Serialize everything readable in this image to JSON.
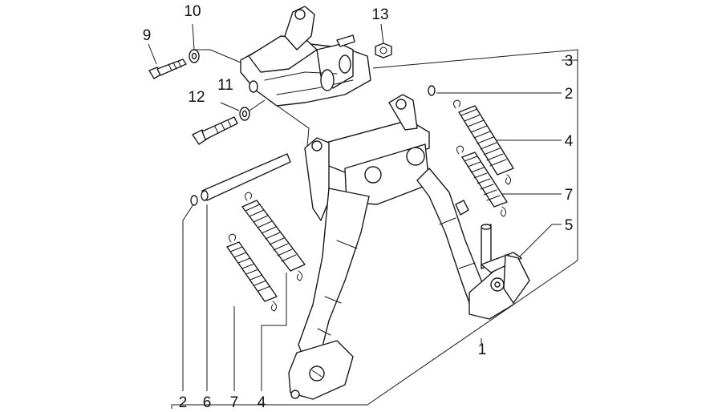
{
  "callouts": [
    {
      "id": "c1",
      "label": "1"
    },
    {
      "id": "c2a",
      "label": "2"
    },
    {
      "id": "c2b",
      "label": "2"
    },
    {
      "id": "c3",
      "label": "3"
    },
    {
      "id": "c4a",
      "label": "4"
    },
    {
      "id": "c4b",
      "label": "4"
    },
    {
      "id": "c5",
      "label": "5"
    },
    {
      "id": "c6",
      "label": "6"
    },
    {
      "id": "c7a",
      "label": "7"
    },
    {
      "id": "c7b",
      "label": "7"
    },
    {
      "id": "c9",
      "label": "9"
    },
    {
      "id": "c10",
      "label": "10"
    },
    {
      "id": "c11",
      "label": "11"
    },
    {
      "id": "c12",
      "label": "12"
    },
    {
      "id": "c13",
      "label": "13"
    }
  ],
  "colors": {
    "ink": "#1a1a1a",
    "background": "#ffffff"
  }
}
